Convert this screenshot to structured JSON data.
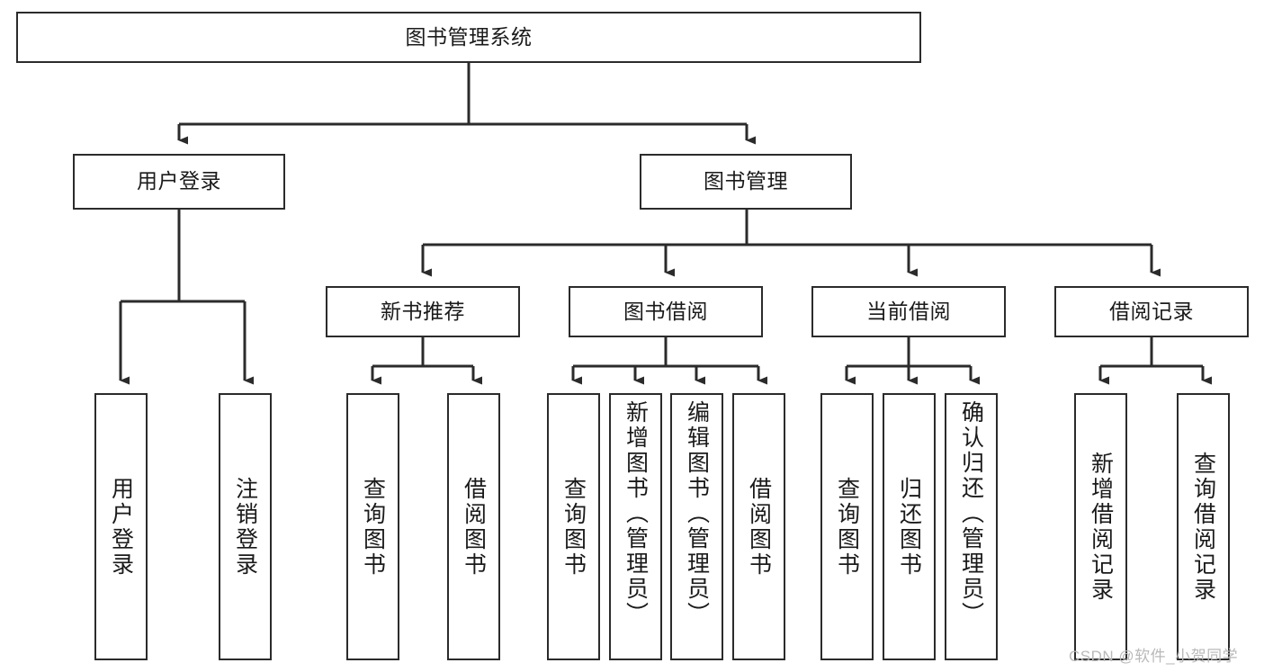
{
  "diagram": {
    "type": "tree-hierarchy-flowchart",
    "title": "图书管理系统",
    "orientation": "top-down",
    "colors": {
      "box_border": "#2b2b2b",
      "box_fill": "#ffffff",
      "edge": "#2b2b2b",
      "text": "#1a1a1a",
      "watermark": "#b9b9b9",
      "background": "#ffffff"
    },
    "levels": [
      {
        "level": 1,
        "nodes": [
          {
            "id": "root",
            "label": "图书管理系统"
          }
        ]
      },
      {
        "level": 2,
        "nodes": [
          {
            "id": "login",
            "label": "用户登录",
            "parent": "root"
          },
          {
            "id": "bookmgmt",
            "label": "图书管理",
            "parent": "root"
          }
        ]
      },
      {
        "level": 3,
        "nodes": [
          {
            "id": "newbook",
            "label": "新书推荐",
            "parent": "bookmgmt"
          },
          {
            "id": "borrow",
            "label": "图书借阅",
            "parent": "bookmgmt"
          },
          {
            "id": "current",
            "label": "当前借阅",
            "parent": "bookmgmt"
          },
          {
            "id": "records",
            "label": "借阅记录",
            "parent": "bookmgmt"
          }
        ]
      },
      {
        "level": 4,
        "nodes": [
          {
            "id": "leaf1",
            "label": "用户登录",
            "parent": "login"
          },
          {
            "id": "leaf2",
            "label": "注销登录",
            "parent": "login"
          },
          {
            "id": "leaf3",
            "label": "查询图书",
            "parent": "newbook"
          },
          {
            "id": "leaf4",
            "label": "借阅图书",
            "parent": "newbook"
          },
          {
            "id": "leaf5",
            "label": "查询图书",
            "parent": "borrow"
          },
          {
            "id": "leaf6",
            "label": "新增图书（管理员）",
            "parent": "borrow"
          },
          {
            "id": "leaf7",
            "label": "编辑图书（管理员）",
            "parent": "borrow"
          },
          {
            "id": "leaf8",
            "label": "借阅图书",
            "parent": "borrow"
          },
          {
            "id": "leaf9",
            "label": "查询图书",
            "parent": "current"
          },
          {
            "id": "leaf10",
            "label": "归还图书",
            "parent": "current"
          },
          {
            "id": "leaf11",
            "label": "确认归还（管理员）",
            "parent": "current"
          },
          {
            "id": "leaf12",
            "label": "新增借阅记录",
            "parent": "records"
          },
          {
            "id": "leaf13",
            "label": "查询借阅记录",
            "parent": "records"
          }
        ]
      }
    ]
  },
  "watermark": {
    "text": "CSDN @软件_小贺同学"
  }
}
